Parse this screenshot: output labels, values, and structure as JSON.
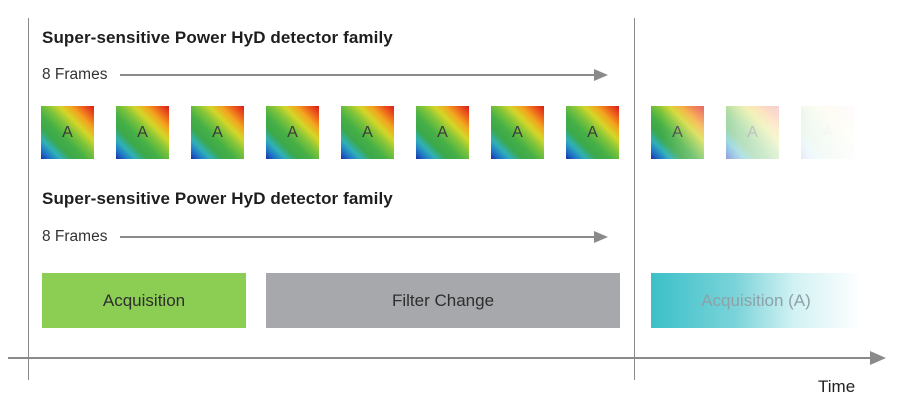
{
  "sequence1": {
    "title": "Super-sensitive Power HyD detector family",
    "frames_label": "8 Frames",
    "tile_label": "A",
    "tile_count": 11
  },
  "sequence2": {
    "title": "Super-sensitive Power HyD detector family",
    "frames_label": "8 Frames"
  },
  "bars": {
    "acquisition": "Acquisition",
    "filter_change": "Filter Change",
    "acquisition_a": "Acquisition (A)"
  },
  "axis": {
    "label": "Time"
  },
  "colors": {
    "acquisition": "#8ccd53",
    "filter_change": "#a6a8ab",
    "acquisition_a": "#3cc0c8",
    "arrow": "#8a8a8a"
  }
}
